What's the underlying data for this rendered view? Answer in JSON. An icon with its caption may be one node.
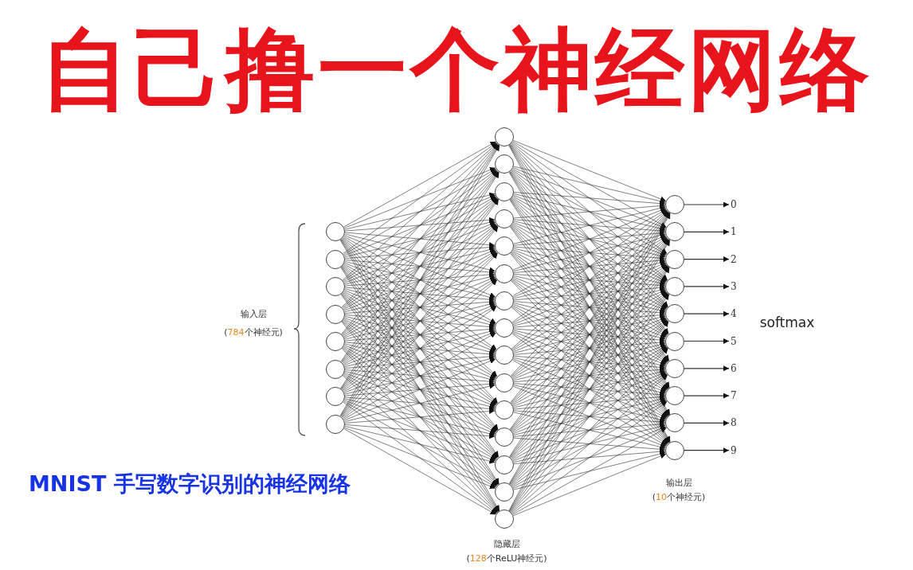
{
  "diagram": {
    "title": "自己撸一个神经网络",
    "caption": "MNIST 手写数字识别的神经网络",
    "nodes": [
      {
        "text": [],
        "shape": "circle"
      },
      {
        "text": [],
        "shape": "circle"
      },
      {
        "text": [],
        "shape": "circle"
      },
      {
        "text": [],
        "shape": "circle"
      },
      {
        "text": [],
        "shape": "circle"
      },
      {
        "text": [],
        "shape": "circle"
      },
      {
        "text": [],
        "shape": "circle"
      },
      {
        "text": [],
        "shape": "circle"
      },
      {
        "text": [],
        "shape": "circle"
      },
      {
        "text": [],
        "shape": "circle"
      },
      {
        "text": [],
        "shape": "circle"
      },
      {
        "text": [],
        "shape": "circle"
      },
      {
        "text": [],
        "shape": "circle"
      },
      {
        "text": [],
        "shape": "circle"
      },
      {
        "text": [],
        "shape": "circle"
      },
      {
        "text": [],
        "shape": "circle"
      },
      {
        "text": [],
        "shape": "circle"
      },
      {
        "text": [],
        "shape": "circle"
      },
      {
        "text": [],
        "shape": "circle"
      },
      {
        "text": [],
        "shape": "circle"
      },
      {
        "text": [],
        "shape": "circle"
      },
      {
        "text": [],
        "shape": "circle"
      },
      {
        "text": [],
        "shape": "circle"
      },
      {
        "text": [],
        "shape": "circle"
      },
      {
        "text": [],
        "shape": "circle"
      },
      {
        "text": [],
        "shape": "circle"
      },
      {
        "text": [],
        "shape": "circle"
      },
      {
        "text": [],
        "shape": "circle"
      },
      {
        "text": [],
        "shape": "circle"
      },
      {
        "text": [],
        "shape": "circle"
      },
      {
        "text": [],
        "shape": "circle"
      },
      {
        "text": [],
        "shape": "circle"
      },
      {
        "text": [],
        "shape": "circle"
      },
      {
        "text": [
          "0"
        ]
      },
      {
        "text": [
          "1"
        ]
      },
      {
        "text": [
          "2"
        ]
      },
      {
        "text": [
          "3"
        ]
      },
      {
        "text": [
          "4"
        ]
      },
      {
        "text": [
          "5"
        ]
      },
      {
        "text": [
          "6"
        ]
      },
      {
        "text": [
          "7"
        ]
      },
      {
        "text": [
          "8"
        ]
      },
      {
        "text": [
          "9"
        ]
      }
    ],
    "edges": [
      {
        "from": 0,
        "to": 8,
        "arrow": "to"
      },
      {
        "from": 0,
        "to": 9,
        "arrow": "to"
      },
      {
        "from": 0,
        "to": 10,
        "arrow": "to"
      },
      {
        "from": 0,
        "to": 11,
        "arrow": "to"
      },
      {
        "from": 0,
        "to": 12,
        "arrow": "to"
      },
      {
        "from": 0,
        "to": 13,
        "arrow": "to"
      },
      {
        "from": 0,
        "to": 14,
        "arrow": "to"
      },
      {
        "from": 0,
        "to": 15,
        "arrow": "to"
      },
      {
        "from": 0,
        "to": 16,
        "arrow": "to"
      },
      {
        "from": 0,
        "to": 17,
        "arrow": "to"
      },
      {
        "from": 0,
        "to": 18,
        "arrow": "to"
      },
      {
        "from": 0,
        "to": 19,
        "arrow": "to"
      },
      {
        "from": 0,
        "to": 20,
        "arrow": "to"
      },
      {
        "from": 0,
        "to": 21,
        "arrow": "to"
      },
      {
        "from": 0,
        "to": 22,
        "arrow": "to"
      },
      {
        "from": 1,
        "to": 8,
        "arrow": "to"
      },
      {
        "from": 1,
        "to": 9,
        "arrow": "to"
      },
      {
        "from": 1,
        "to": 10,
        "arrow": "to"
      },
      {
        "from": 1,
        "to": 11,
        "arrow": "to"
      },
      {
        "from": 1,
        "to": 12,
        "arrow": "to"
      },
      {
        "from": 1,
        "to": 13,
        "arrow": "to"
      },
      {
        "from": 1,
        "to": 14,
        "arrow": "to"
      },
      {
        "from": 1,
        "to": 15,
        "arrow": "to"
      },
      {
        "from": 1,
        "to": 16,
        "arrow": "to"
      },
      {
        "from": 1,
        "to": 17,
        "arrow": "to"
      },
      {
        "from": 1,
        "to": 18,
        "arrow": "to"
      },
      {
        "from": 1,
        "to": 19,
        "arrow": "to"
      },
      {
        "from": 1,
        "to": 20,
        "arrow": "to"
      },
      {
        "from": 1,
        "to": 21,
        "arrow": "to"
      },
      {
        "from": 1,
        "to": 22,
        "arrow": "to"
      },
      {
        "from": 2,
        "to": 8,
        "arrow": "to"
      },
      {
        "from": 2,
        "to": 9,
        "arrow": "to"
      },
      {
        "from": 2,
        "to": 10,
        "arrow": "to"
      },
      {
        "from": 2,
        "to": 11,
        "arrow": "to"
      },
      {
        "from": 2,
        "to": 12,
        "arrow": "to"
      },
      {
        "from": 2,
        "to": 13,
        "arrow": "to"
      },
      {
        "from": 2,
        "to": 14,
        "arrow": "to"
      },
      {
        "from": 2,
        "to": 15,
        "arrow": "to"
      },
      {
        "from": 2,
        "to": 16,
        "arrow": "to"
      },
      {
        "from": 2,
        "to": 17,
        "arrow": "to"
      },
      {
        "from": 2,
        "to": 18,
        "arrow": "to"
      },
      {
        "from": 2,
        "to": 19,
        "arrow": "to"
      },
      {
        "from": 2,
        "to": 20,
        "arrow": "to"
      },
      {
        "from": 2,
        "to": 21,
        "arrow": "to"
      },
      {
        "from": 2,
        "to": 22,
        "arrow": "to"
      },
      {
        "from": 3,
        "to": 8,
        "arrow": "to"
      },
      {
        "from": 3,
        "to": 9,
        "arrow": "to"
      },
      {
        "from": 3,
        "to": 10,
        "arrow": "to"
      },
      {
        "from": 3,
        "to": 11,
        "arrow": "to"
      },
      {
        "from": 3,
        "to": 12,
        "arrow": "to"
      },
      {
        "from": 3,
        "to": 13,
        "arrow": "to"
      },
      {
        "from": 3,
        "to": 14,
        "arrow": "to"
      },
      {
        "from": 3,
        "to": 15,
        "arrow": "to"
      },
      {
        "from": 3,
        "to": 16,
        "arrow": "to"
      },
      {
        "from": 3,
        "to": 17,
        "arrow": "to"
      },
      {
        "from": 3,
        "to": 18,
        "arrow": "to"
      },
      {
        "from": 3,
        "to": 19,
        "arrow": "to"
      },
      {
        "from": 3,
        "to": 20,
        "arrow": "to"
      },
      {
        "from": 3,
        "to": 21,
        "arrow": "to"
      },
      {
        "from": 3,
        "to": 22,
        "arrow": "to"
      },
      {
        "from": 4,
        "to": 8,
        "arrow": "to"
      },
      {
        "from": 4,
        "to": 9,
        "arrow": "to"
      },
      {
        "from": 4,
        "to": 10,
        "arrow": "to"
      },
      {
        "from": 4,
        "to": 11,
        "arrow": "to"
      },
      {
        "from": 4,
        "to": 12,
        "arrow": "to"
      },
      {
        "from": 4,
        "to": 13,
        "arrow": "to"
      },
      {
        "from": 4,
        "to": 14,
        "arrow": "to"
      },
      {
        "from": 4,
        "to": 15,
        "arrow": "to"
      },
      {
        "from": 4,
        "to": 16,
        "arrow": "to"
      },
      {
        "from": 4,
        "to": 17,
        "arrow": "to"
      },
      {
        "from": 4,
        "to": 18,
        "arrow": "to"
      },
      {
        "from": 4,
        "to": 19,
        "arrow": "to"
      },
      {
        "from": 4,
        "to": 20,
        "arrow": "to"
      },
      {
        "from": 4,
        "to": 21,
        "arrow": "to"
      },
      {
        "from": 4,
        "to": 22,
        "arrow": "to"
      },
      {
        "from": 5,
        "to": 8,
        "arrow": "to"
      },
      {
        "from": 5,
        "to": 9,
        "arrow": "to"
      },
      {
        "from": 5,
        "to": 10,
        "arrow": "to"
      },
      {
        "from": 5,
        "to": 11,
        "arrow": "to"
      },
      {
        "from": 5,
        "to": 12,
        "arrow": "to"
      },
      {
        "from": 5,
        "to": 13,
        "arrow": "to"
      },
      {
        "from": 5,
        "to": 14,
        "arrow": "to"
      },
      {
        "from": 5,
        "to": 15,
        "arrow": "to"
      },
      {
        "from": 5,
        "to": 16,
        "arrow": "to"
      },
      {
        "from": 5,
        "to": 17,
        "arrow": "to"
      },
      {
        "from": 5,
        "to": 18,
        "arrow": "to"
      },
      {
        "from": 5,
        "to": 19,
        "arrow": "to"
      },
      {
        "from": 5,
        "to": 20,
        "arrow": "to"
      },
      {
        "from": 5,
        "to": 21,
        "arrow": "to"
      },
      {
        "from": 5,
        "to": 22,
        "arrow": "to"
      },
      {
        "from": 6,
        "to": 8,
        "arrow": "to"
      },
      {
        "from": 6,
        "to": 9,
        "arrow": "to"
      },
      {
        "from": 6,
        "to": 10,
        "arrow": "to"
      },
      {
        "from": 6,
        "to": 11,
        "arrow": "to"
      },
      {
        "from": 6,
        "to": 12,
        "arrow": "to"
      },
      {
        "from": 6,
        "to": 13,
        "arrow": "to"
      },
      {
        "from": 6,
        "to": 14,
        "arrow": "to"
      },
      {
        "from": 6,
        "to": 15,
        "arrow": "to"
      },
      {
        "from": 6,
        "to": 16,
        "arrow": "to"
      },
      {
        "from": 6,
        "to": 17,
        "arrow": "to"
      },
      {
        "from": 6,
        "to": 18,
        "arrow": "to"
      },
      {
        "from": 6,
        "to": 19,
        "arrow": "to"
      },
      {
        "from": 6,
        "to": 20,
        "arrow": "to"
      },
      {
        "from": 6,
        "to": 21,
        "arrow": "to"
      },
      {
        "from": 6,
        "to": 22,
        "arrow": "to"
      },
      {
        "from": 7,
        "to": 8,
        "arrow": "to"
      },
      {
        "from": 7,
        "to": 9,
        "arrow": "to"
      },
      {
        "from": 7,
        "to": 10,
        "arrow": "to"
      },
      {
        "from": 7,
        "to": 11,
        "arrow": "to"
      },
      {
        "from": 7,
        "to": 12,
        "arrow": "to"
      },
      {
        "from": 7,
        "to": 13,
        "arrow": "to"
      },
      {
        "from": 7,
        "to": 14,
        "arrow": "to"
      },
      {
        "from": 7,
        "to": 15,
        "arrow": "to"
      },
      {
        "from": 7,
        "to": 16,
        "arrow": "to"
      },
      {
        "from": 7,
        "to": 17,
        "arrow": "to"
      },
      {
        "from": 7,
        "to": 18,
        "arrow": "to"
      },
      {
        "from": 7,
        "to": 19,
        "arrow": "to"
      },
      {
        "from": 7,
        "to": 20,
        "arrow": "to"
      },
      {
        "from": 7,
        "to": 21,
        "arrow": "to"
      },
      {
        "from": 7,
        "to": 22,
        "arrow": "to"
      },
      {
        "from": 8,
        "to": 23,
        "arrow": "to"
      },
      {
        "from": 8,
        "to": 24,
        "arrow": "to"
      },
      {
        "from": 8,
        "to": 25,
        "arrow": "to"
      },
      {
        "from": 8,
        "to": 26,
        "arrow": "to"
      },
      {
        "from": 8,
        "to": 27,
        "arrow": "to"
      },
      {
        "from": 8,
        "to": 28,
        "arrow": "to"
      },
      {
        "from": 8,
        "to": 29,
        "arrow": "to"
      },
      {
        "from": 8,
        "to": 30,
        "arrow": "to"
      },
      {
        "from": 8,
        "to": 31,
        "arrow": "to"
      },
      {
        "from": 8,
        "to": 32,
        "arrow": "to"
      },
      {
        "from": 9,
        "to": 23,
        "arrow": "to"
      },
      {
        "from": 9,
        "to": 24,
        "arrow": "to"
      },
      {
        "from": 9,
        "to": 25,
        "arrow": "to"
      },
      {
        "from": 9,
        "to": 26,
        "arrow": "to"
      },
      {
        "from": 9,
        "to": 27,
        "arrow": "to"
      },
      {
        "from": 9,
        "to": 28,
        "arrow": "to"
      },
      {
        "from": 9,
        "to": 29,
        "arrow": "to"
      },
      {
        "from": 9,
        "to": 30,
        "arrow": "to"
      },
      {
        "from": 9,
        "to": 31,
        "arrow": "to"
      },
      {
        "from": 9,
        "to": 32,
        "arrow": "to"
      },
      {
        "from": 10,
        "to": 23,
        "arrow": "to"
      },
      {
        "from": 10,
        "to": 24,
        "arrow": "to"
      },
      {
        "from": 10,
        "to": 25,
        "arrow": "to"
      },
      {
        "from": 10,
        "to": 26,
        "arrow": "to"
      },
      {
        "from": 10,
        "to": 27,
        "arrow": "to"
      },
      {
        "from": 10,
        "to": 28,
        "arrow": "to"
      },
      {
        "from": 10,
        "to": 29,
        "arrow": "to"
      },
      {
        "from": 10,
        "to": 30,
        "arrow": "to"
      },
      {
        "from": 10,
        "to": 31,
        "arrow": "to"
      },
      {
        "from": 10,
        "to": 32,
        "arrow": "to"
      },
      {
        "from": 11,
        "to": 23,
        "arrow": "to"
      },
      {
        "from": 11,
        "to": 24,
        "arrow": "to"
      },
      {
        "from": 11,
        "to": 25,
        "arrow": "to"
      },
      {
        "from": 11,
        "to": 26,
        "arrow": "to"
      },
      {
        "from": 11,
        "to": 27,
        "arrow": "to"
      },
      {
        "from": 11,
        "to": 28,
        "arrow": "to"
      },
      {
        "from": 11,
        "to": 29,
        "arrow": "to"
      },
      {
        "from": 11,
        "to": 30,
        "arrow": "to"
      },
      {
        "from": 11,
        "to": 31,
        "arrow": "to"
      },
      {
        "from": 11,
        "to": 32,
        "arrow": "to"
      },
      {
        "from": 12,
        "to": 23,
        "arrow": "to"
      },
      {
        "from": 12,
        "to": 24,
        "arrow": "to"
      },
      {
        "from": 12,
        "to": 25,
        "arrow": "to"
      },
      {
        "from": 12,
        "to": 26,
        "arrow": "to"
      },
      {
        "from": 12,
        "to": 27,
        "arrow": "to"
      },
      {
        "from": 12,
        "to": 28,
        "arrow": "to"
      },
      {
        "from": 12,
        "to": 29,
        "arrow": "to"
      },
      {
        "from": 12,
        "to": 30,
        "arrow": "to"
      },
      {
        "from": 12,
        "to": 31,
        "arrow": "to"
      },
      {
        "from": 12,
        "to": 32,
        "arrow": "to"
      },
      {
        "from": 13,
        "to": 23,
        "arrow": "to"
      },
      {
        "from": 13,
        "to": 24,
        "arrow": "to"
      },
      {
        "from": 13,
        "to": 25,
        "arrow": "to"
      },
      {
        "from": 13,
        "to": 26,
        "arrow": "to"
      },
      {
        "from": 13,
        "to": 27,
        "arrow": "to"
      },
      {
        "from": 13,
        "to": 28,
        "arrow": "to"
      },
      {
        "from": 13,
        "to": 29,
        "arrow": "to"
      },
      {
        "from": 13,
        "to": 30,
        "arrow": "to"
      },
      {
        "from": 13,
        "to": 31,
        "arrow": "to"
      },
      {
        "from": 13,
        "to": 32,
        "arrow": "to"
      },
      {
        "from": 14,
        "to": 23,
        "arrow": "to"
      },
      {
        "from": 14,
        "to": 24,
        "arrow": "to"
      },
      {
        "from": 14,
        "to": 25,
        "arrow": "to"
      },
      {
        "from": 14,
        "to": 26,
        "arrow": "to"
      },
      {
        "from": 14,
        "to": 27,
        "arrow": "to"
      },
      {
        "from": 14,
        "to": 28,
        "arrow": "to"
      },
      {
        "from": 14,
        "to": 29,
        "arrow": "to"
      },
      {
        "from": 14,
        "to": 30,
        "arrow": "to"
      },
      {
        "from": 14,
        "to": 31,
        "arrow": "to"
      },
      {
        "from": 14,
        "to": 32,
        "arrow": "to"
      },
      {
        "from": 15,
        "to": 23,
        "arrow": "to"
      },
      {
        "from": 15,
        "to": 24,
        "arrow": "to"
      },
      {
        "from": 15,
        "to": 25,
        "arrow": "to"
      },
      {
        "from": 15,
        "to": 26,
        "arrow": "to"
      },
      {
        "from": 15,
        "to": 27,
        "arrow": "to"
      },
      {
        "from": 15,
        "to": 28,
        "arrow": "to"
      },
      {
        "from": 15,
        "to": 29,
        "arrow": "to"
      },
      {
        "from": 15,
        "to": 30,
        "arrow": "to"
      },
      {
        "from": 15,
        "to": 31,
        "arrow": "to"
      },
      {
        "from": 15,
        "to": 32,
        "arrow": "to"
      },
      {
        "from": 16,
        "to": 23,
        "arrow": "to"
      },
      {
        "from": 16,
        "to": 24,
        "arrow": "to"
      },
      {
        "from": 16,
        "to": 25,
        "arrow": "to"
      },
      {
        "from": 16,
        "to": 26,
        "arrow": "to"
      },
      {
        "from": 16,
        "to": 27,
        "arrow": "to"
      },
      {
        "from": 16,
        "to": 28,
        "arrow": "to"
      },
      {
        "from": 16,
        "to": 29,
        "arrow": "to"
      },
      {
        "from": 16,
        "to": 30,
        "arrow": "to"
      },
      {
        "from": 16,
        "to": 31,
        "arrow": "to"
      },
      {
        "from": 16,
        "to": 32,
        "arrow": "to"
      },
      {
        "from": 17,
        "to": 23,
        "arrow": "to"
      },
      {
        "from": 17,
        "to": 24,
        "arrow": "to"
      },
      {
        "from": 17,
        "to": 25,
        "arrow": "to"
      },
      {
        "from": 17,
        "to": 26,
        "arrow": "to"
      },
      {
        "from": 17,
        "to": 27,
        "arrow": "to"
      },
      {
        "from": 17,
        "to": 28,
        "arrow": "to"
      },
      {
        "from": 17,
        "to": 29,
        "arrow": "to"
      },
      {
        "from": 17,
        "to": 30,
        "arrow": "to"
      },
      {
        "from": 17,
        "to": 31,
        "arrow": "to"
      },
      {
        "from": 17,
        "to": 32,
        "arrow": "to"
      },
      {
        "from": 18,
        "to": 23,
        "arrow": "to"
      },
      {
        "from": 18,
        "to": 24,
        "arrow": "to"
      },
      {
        "from": 18,
        "to": 25,
        "arrow": "to"
      },
      {
        "from": 18,
        "to": 26,
        "arrow": "to"
      },
      {
        "from": 18,
        "to": 27,
        "arrow": "to"
      },
      {
        "from": 18,
        "to": 28,
        "arrow": "to"
      },
      {
        "from": 18,
        "to": 29,
        "arrow": "to"
      },
      {
        "from": 18,
        "to": 30,
        "arrow": "to"
      },
      {
        "from": 18,
        "to": 31,
        "arrow": "to"
      },
      {
        "from": 18,
        "to": 32,
        "arrow": "to"
      },
      {
        "from": 19,
        "to": 23,
        "arrow": "to"
      },
      {
        "from": 19,
        "to": 24,
        "arrow": "to"
      },
      {
        "from": 19,
        "to": 25,
        "arrow": "to"
      },
      {
        "from": 19,
        "to": 26,
        "arrow": "to"
      },
      {
        "from": 19,
        "to": 27,
        "arrow": "to"
      },
      {
        "from": 19,
        "to": 28,
        "arrow": "to"
      },
      {
        "from": 19,
        "to": 29,
        "arrow": "to"
      },
      {
        "from": 19,
        "to": 30,
        "arrow": "to"
      },
      {
        "from": 19,
        "to": 31,
        "arrow": "to"
      },
      {
        "from": 19,
        "to": 32,
        "arrow": "to"
      },
      {
        "from": 20,
        "to": 23,
        "arrow": "to"
      },
      {
        "from": 20,
        "to": 24,
        "arrow": "to"
      },
      {
        "from": 20,
        "to": 25,
        "arrow": "to"
      },
      {
        "from": 20,
        "to": 26,
        "arrow": "to"
      },
      {
        "from": 20,
        "to": 27,
        "arrow": "to"
      },
      {
        "from": 20,
        "to": 28,
        "arrow": "to"
      },
      {
        "from": 20,
        "to": 29,
        "arrow": "to"
      },
      {
        "from": 20,
        "to": 30,
        "arrow": "to"
      },
      {
        "from": 20,
        "to": 31,
        "arrow": "to"
      },
      {
        "from": 20,
        "to": 32,
        "arrow": "to"
      },
      {
        "from": 21,
        "to": 23,
        "arrow": "to"
      },
      {
        "from": 21,
        "to": 24,
        "arrow": "to"
      },
      {
        "from": 21,
        "to": 25,
        "arrow": "to"
      },
      {
        "from": 21,
        "to": 26,
        "arrow": "to"
      },
      {
        "from": 21,
        "to": 27,
        "arrow": "to"
      },
      {
        "from": 21,
        "to": 28,
        "arrow": "to"
      },
      {
        "from": 21,
        "to": 29,
        "arrow": "to"
      },
      {
        "from": 21,
        "to": 30,
        "arrow": "to"
      },
      {
        "from": 21,
        "to": 31,
        "arrow": "to"
      },
      {
        "from": 21,
        "to": 32,
        "arrow": "to"
      },
      {
        "from": 22,
        "to": 23,
        "arrow": "to"
      },
      {
        "from": 22,
        "to": 24,
        "arrow": "to"
      },
      {
        "from": 22,
        "to": 25,
        "arrow": "to"
      },
      {
        "from": 22,
        "to": 26,
        "arrow": "to"
      },
      {
        "from": 22,
        "to": 27,
        "arrow": "to"
      },
      {
        "from": 22,
        "to": 28,
        "arrow": "to"
      },
      {
        "from": 22,
        "to": 29,
        "arrow": "to"
      },
      {
        "from": 22,
        "to": 30,
        "arrow": "to"
      },
      {
        "from": 22,
        "to": 31,
        "arrow": "to"
      },
      {
        "from": 22,
        "to": 32,
        "arrow": "to"
      },
      {
        "from": 23,
        "to": 33,
        "arrow": "to"
      },
      {
        "from": 24,
        "to": 34,
        "arrow": "to"
      },
      {
        "from": 25,
        "to": 35,
        "arrow": "to"
      },
      {
        "from": 26,
        "to": 36,
        "arrow": "to"
      },
      {
        "from": 27,
        "to": 37,
        "arrow": "to"
      },
      {
        "from": 28,
        "to": 38,
        "arrow": "to"
      },
      {
        "from": 29,
        "to": 39,
        "arrow": "to"
      },
      {
        "from": 30,
        "to": 40,
        "arrow": "to"
      },
      {
        "from": 31,
        "to": 41,
        "arrow": "to"
      },
      {
        "from": 32,
        "to": 42,
        "arrow": "to"
      }
    ],
    "labels": [
      "输入层",
      "(784个神经元)",
      "softmax",
      "输出层",
      "(10个神经元)",
      "隐藏层",
      "(128个ReLU神经元)"
    ]
  }
}
